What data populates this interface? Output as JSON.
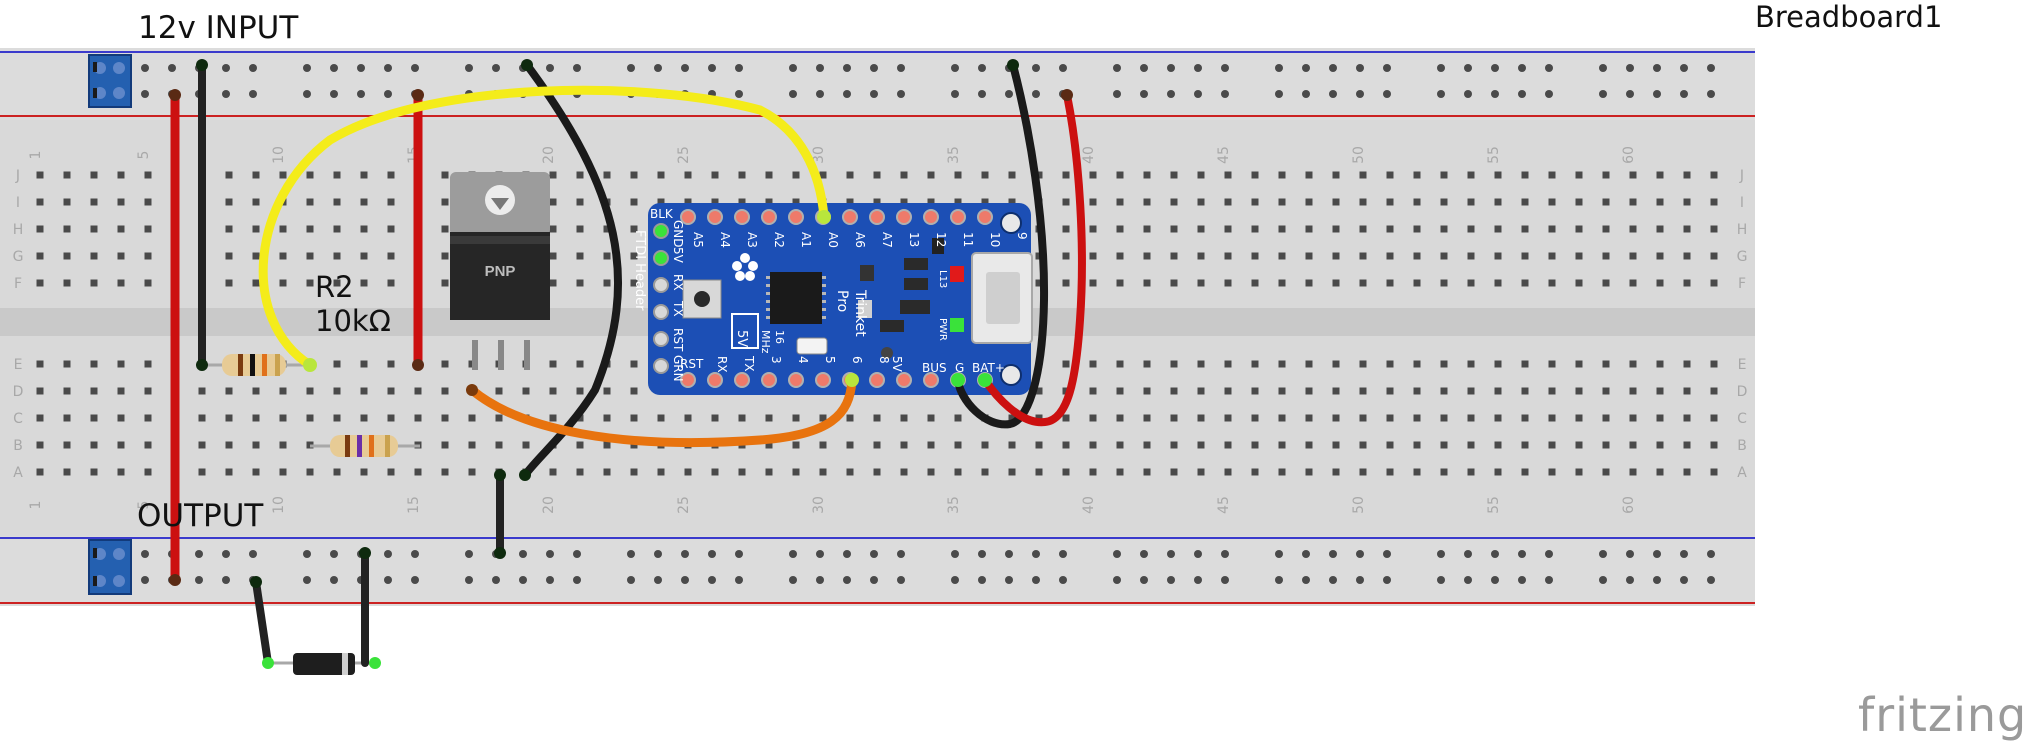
{
  "labels": {
    "input": "12v INPUT",
    "output": "OUTPUT",
    "breadboard": "Breadboard1",
    "r2_name": "R2",
    "r2_value": "10kΩ",
    "watermark": "fritzing"
  },
  "breadboard": {
    "column_numbers": [
      "1",
      "5",
      "10",
      "15",
      "20",
      "25",
      "30",
      "35",
      "40",
      "45",
      "50",
      "55",
      "60"
    ],
    "row_letters_top": [
      "J",
      "I",
      "H",
      "G",
      "F"
    ],
    "row_letters_bottom": [
      "E",
      "D",
      "C",
      "B",
      "A"
    ]
  },
  "transistor": {
    "label": "PNP"
  },
  "trinket": {
    "top_pins": [
      "BLK",
      "A5",
      "A4",
      "A3",
      "A2",
      "A1",
      "A0",
      "A6",
      "A7",
      "13",
      "12",
      "11",
      "10",
      "9"
    ],
    "left_pins": [
      "GND",
      "5V",
      "RX",
      "TX",
      "RST",
      "GRN"
    ],
    "side_labels": [
      "FTDI Header"
    ],
    "bottom_pins": [
      "RST",
      "RX",
      "TX",
      "3",
      "4",
      "5",
      "6",
      "8",
      "5V",
      "BUS",
      "G",
      "BAT+"
    ],
    "labels": [
      "Pro",
      "Trinket",
      "5V",
      "16",
      "MHz",
      "L13",
      "PWR"
    ]
  },
  "colors": {
    "red_wire": "#cc1010",
    "black_wire": "#222222",
    "yellow_wire": "#f4ec1a",
    "orange_wire": "#e8730e",
    "board_blue": "#1c4fb5",
    "terminal_blue": "#2460b0"
  }
}
